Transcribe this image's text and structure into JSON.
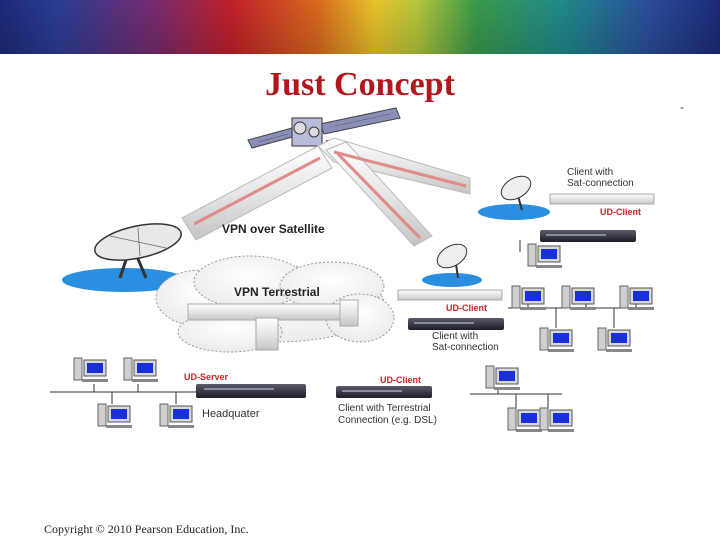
{
  "slide": {
    "title": "Just Concept",
    "dash": "-",
    "copyright": "Copyright © 2010 Pearson Education, Inc."
  },
  "diagram": {
    "vpn_satellite": "VPN over Satellite",
    "vpn_terrestrial": "VPN Terrestrial",
    "client_sat_top_1": "Client with",
    "client_sat_top_2": "Sat-connection",
    "ud_client_top": "UD-Client",
    "ud_client_mid": "UD-Client",
    "client_sat_mid_1": "Client with",
    "client_sat_mid_2": "Sat-connection",
    "ud_server": "UD-Server",
    "headquarter": "Headquater",
    "ud_client_bottom": "UD-Client",
    "client_terr_1": "Client with Terrestrial",
    "client_terr_2": "Connection (e.g. DSL)"
  },
  "colors": {
    "title": "#b0181c",
    "ud_label": "#d0202a",
    "water": "#2a8fe0",
    "screen": "#1a2fd8"
  }
}
